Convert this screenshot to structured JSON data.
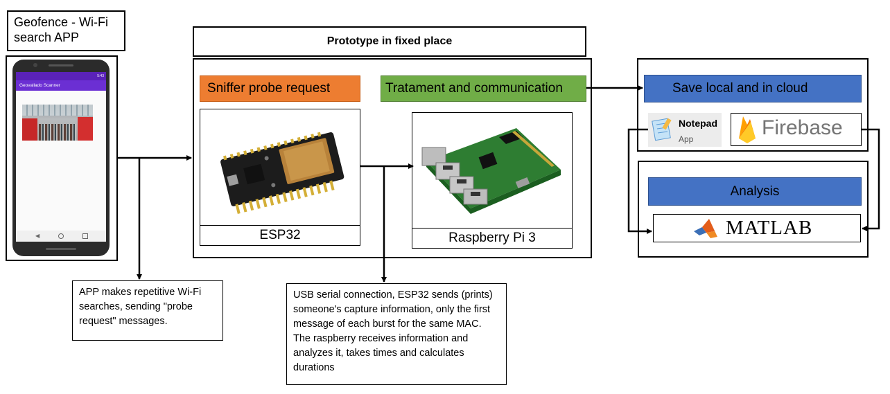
{
  "phone": {
    "title": "Geofence - Wi-Fi search APP",
    "app_bar": "Geovallado Scanner",
    "status_time": "5:43"
  },
  "prototype": {
    "title": "Prototype in fixed place",
    "sniffer_label": "Sniffer probe request",
    "treatment_label": "Tratament and communication",
    "esp32_caption": "ESP32",
    "rpi_caption": "Raspberry Pi 3"
  },
  "storage": {
    "title": "Save local and in cloud",
    "notepad_name": "Notepad",
    "notepad_sub": "App",
    "firebase_name": "Firebase"
  },
  "analysis": {
    "title": "Analysis",
    "matlab_name": "MATLAB"
  },
  "notes": {
    "app": "APP makes repetitive Wi-Fi searches, sending \"probe request\" messages.",
    "usb": "USB serial connection, ESP32 sends (prints) someone's capture information, only the first message of each burst for the same MAC. The raspberry receives information and analyzes it, takes times and calculates durations"
  },
  "colors": {
    "sniffer": "#ED7D31",
    "treatment": "#70AD47",
    "blue": "#4472C4",
    "phone_appbar": "#6B2FD3"
  }
}
